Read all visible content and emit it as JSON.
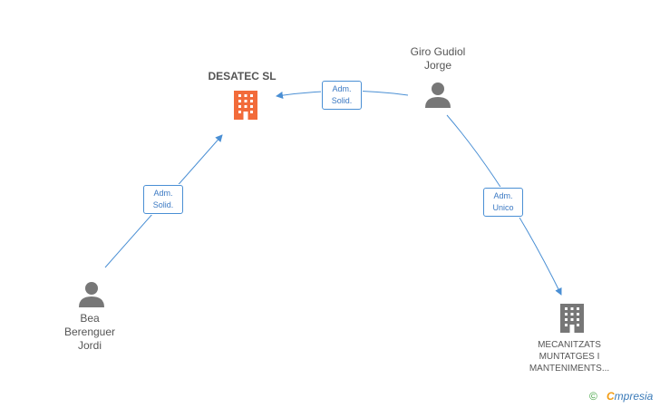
{
  "nodes": {
    "desatec": {
      "label": "DESATEC SL",
      "type": "company",
      "color": "#f26b3a"
    },
    "giro": {
      "label_lines": [
        "Giro Gudiol",
        "Jorge"
      ],
      "type": "person",
      "color": "#777777"
    },
    "bea": {
      "label_lines": [
        "Bea",
        "Berenguer",
        "Jordi"
      ],
      "type": "person",
      "color": "#777777"
    },
    "mecanitzats": {
      "label_lines": [
        "MECANITZATS",
        "MUNTATGES I",
        "MANTENIMENTS..."
      ],
      "type": "company",
      "color": "#777777"
    }
  },
  "edges": [
    {
      "from": "giro",
      "to": "desatec",
      "label_lines": [
        "Adm.",
        "Solid."
      ]
    },
    {
      "from": "bea",
      "to": "desatec",
      "label_lines": [
        "Adm.",
        "Solid."
      ]
    },
    {
      "from": "giro",
      "to": "mecanitzats",
      "label_lines": [
        "Adm.",
        "Unico"
      ]
    }
  ],
  "footer": {
    "copyright_symbol": "©",
    "brand_first_letter": "C",
    "brand_rest": "mpresia"
  },
  "colors": {
    "edge": "#4a8fd4",
    "accent": "#f26b3a",
    "neutral": "#777777"
  }
}
